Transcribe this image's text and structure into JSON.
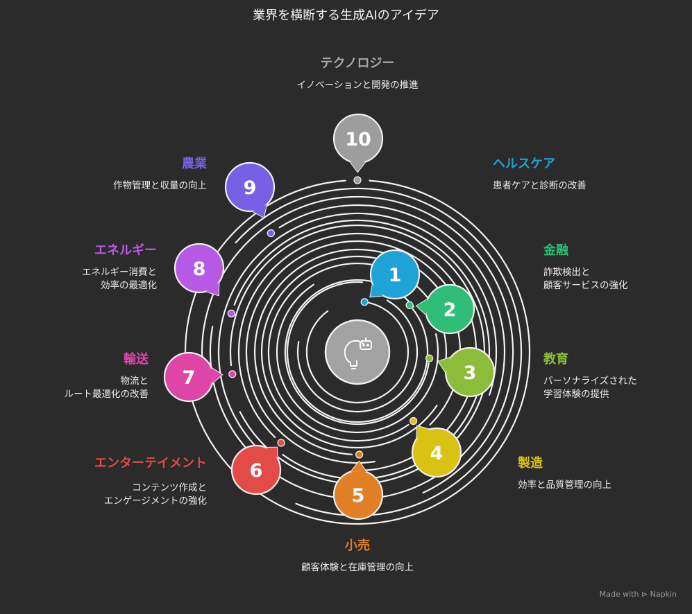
{
  "title": "業界を横断する生成AIのアイデア",
  "center_icon": "lightbulb-robot-icon",
  "watermark": "Made with ⊳ Napkin",
  "items": [
    {
      "num": "1",
      "head": "ヘルスケア",
      "desc": "患者ケアと診断の改善",
      "color": "#1fa3d6"
    },
    {
      "num": "2",
      "head": "金融",
      "desc": "詐欺検出と\n顧客サービスの強化",
      "color": "#2fbd77"
    },
    {
      "num": "3",
      "head": "教育",
      "desc": "パーソナライズされた\n学習体験の提供",
      "color": "#8dbc3a"
    },
    {
      "num": "4",
      "head": "製造",
      "desc": "効率と品質管理の向上",
      "color": "#d9c214"
    },
    {
      "num": "5",
      "head": "小売",
      "desc": "顧客体験と在庫管理の向上",
      "color": "#e07f26"
    },
    {
      "num": "6",
      "head": "エンターテイメント",
      "desc": "コンテンツ作成と\nエンゲージメントの強化",
      "color": "#e24b48"
    },
    {
      "num": "7",
      "head": "輸送",
      "desc": "物流と\nルート最適化の改善",
      "color": "#dd46a7"
    },
    {
      "num": "8",
      "head": "エネルギー",
      "desc": "エネルギー消費と\n効率の最適化",
      "color": "#b65ae6"
    },
    {
      "num": "9",
      "head": "農業",
      "desc": "作物管理と収量の向上",
      "color": "#7860e6"
    },
    {
      "num": "10",
      "head": "テクノロジー",
      "desc": "イノベーションと開発の推進",
      "color": "#9d9d9d"
    }
  ]
}
